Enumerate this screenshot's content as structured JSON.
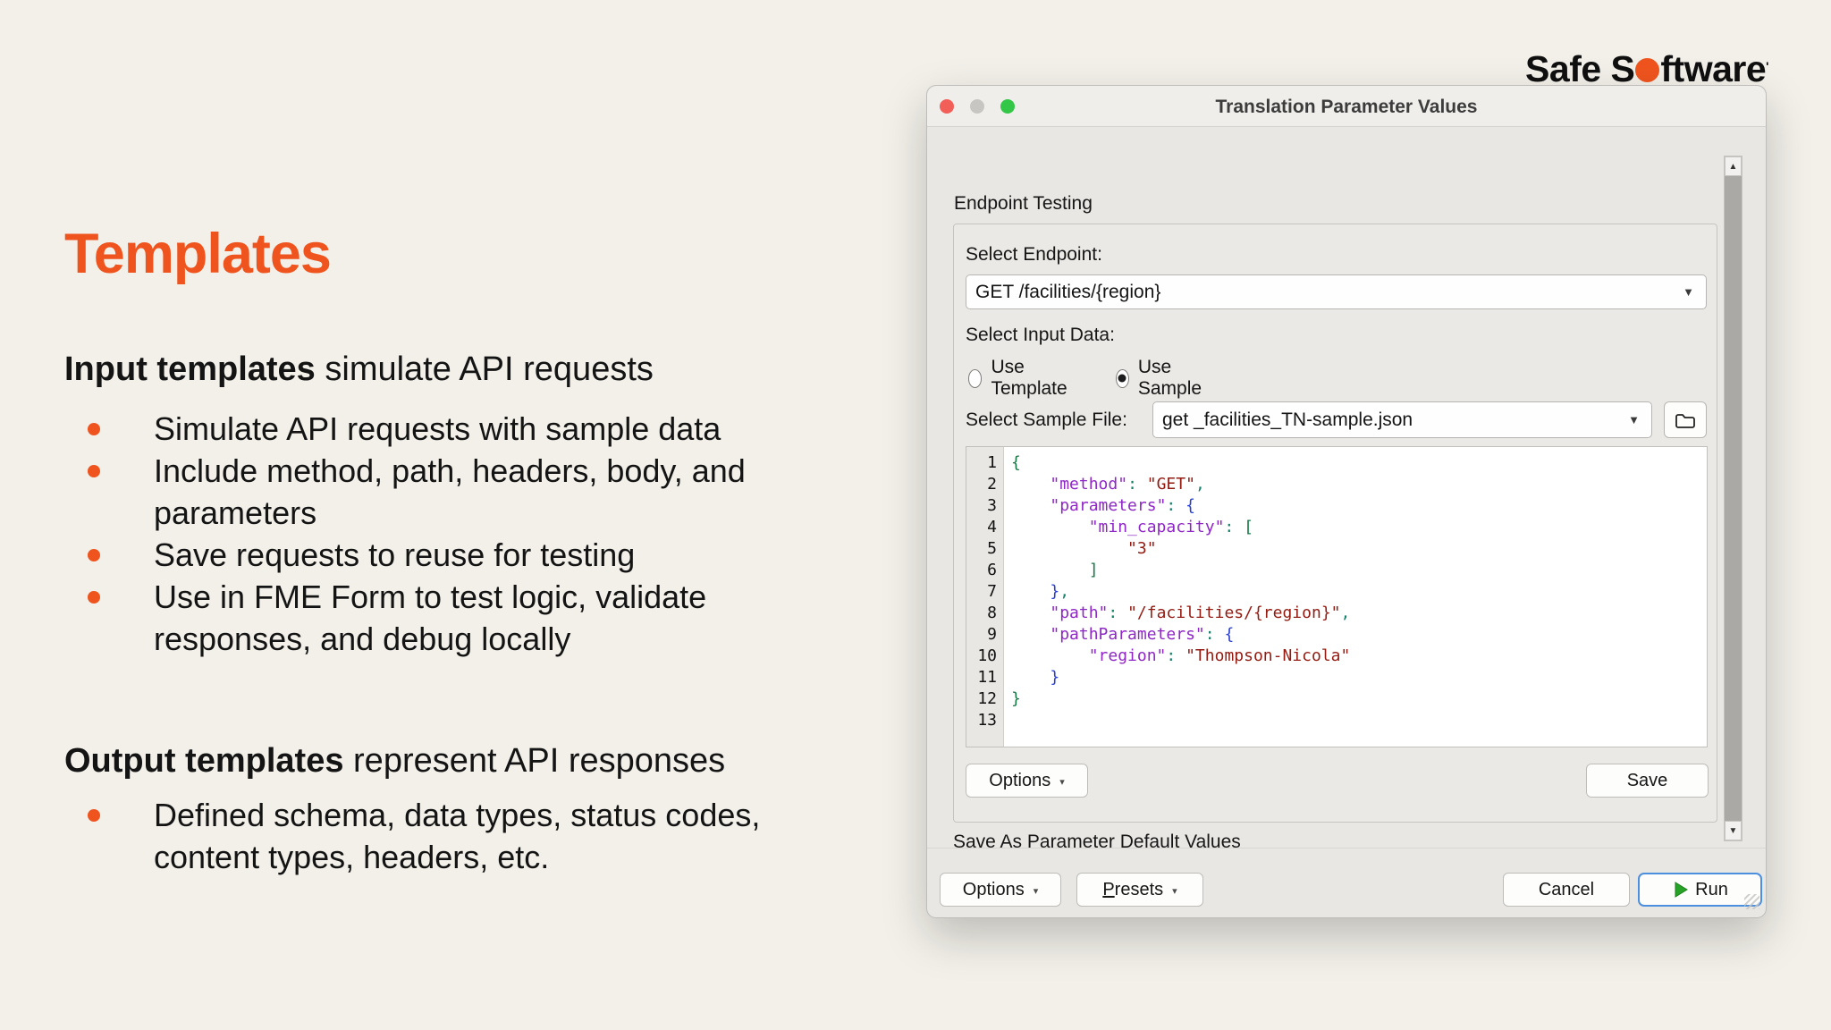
{
  "colors": {
    "slide_bg": "#F2F0E9",
    "accent": "#F0541E",
    "dialog_bg": "#E9E7E3",
    "titlebar_bg": "#F0EEEA",
    "traffic_red": "#F25F58",
    "traffic_gray": "#C8C6C3",
    "traffic_green": "#33C748",
    "run_focus_border": "#4C8FDE",
    "run_play_green": "#27A427"
  },
  "icons": {
    "dropdown_arrow": "▼",
    "menu_arrow": "▾",
    "scroll_up": "▲",
    "scroll_down": "▼"
  },
  "slide": {
    "logo_pre": "Safe S",
    "logo_post": "ftware",
    "logo_tm": "'",
    "title": "Templates",
    "input_section": {
      "bold": "Input templates",
      "rest": " simulate API requests",
      "bullets": [
        "Simulate API requests with sample data",
        "Include method, path, headers, body, and parameters",
        "Save requests to reuse for testing",
        "Use in FME Form to test logic, validate responses, and debug locally"
      ]
    },
    "output_section": {
      "bold": "Output templates",
      "rest": " represent API responses",
      "bullets": [
        "Defined schema, data types, status codes, content types, headers, etc."
      ]
    }
  },
  "window": {
    "title": "Translation Parameter Values",
    "section_label": "Endpoint Testing",
    "endpoint": {
      "label": "Select Endpoint:",
      "value": "GET /facilities/{region}"
    },
    "input_data": {
      "label": "Select Input Data:",
      "options": [
        "Use Template",
        "Use Sample"
      ],
      "selected": "Use Sample"
    },
    "sample_file": {
      "label": "Select Sample File:",
      "value": "get _facilities_TN-sample.json"
    },
    "save_as_label": "Save As Parameter Default Values",
    "buttons": {
      "options": "Options",
      "save": "Save",
      "presets": "Presets",
      "cancel": "Cancel",
      "run": "Run"
    },
    "code": {
      "colors": {
        "key": "#8F27C7",
        "string": "#931B12",
        "punct": "#17806A",
        "bracket_green": "#157A46",
        "bracket_blue": "#2A3FD4"
      },
      "lines": [
        {
          "num": 1,
          "segs": [
            {
              "t": "{",
              "c": "gb"
            }
          ]
        },
        {
          "num": 2,
          "segs": [
            {
              "t": "    "
            },
            {
              "t": "\"method\"",
              "c": "k"
            },
            {
              "t": ":",
              "c": "p"
            },
            {
              "t": " "
            },
            {
              "t": "\"GET\"",
              "c": "v"
            },
            {
              "t": ",",
              "c": "p"
            }
          ]
        },
        {
          "num": 3,
          "segs": [
            {
              "t": "    "
            },
            {
              "t": "\"parameters\"",
              "c": "k"
            },
            {
              "t": ":",
              "c": "p"
            },
            {
              "t": " "
            },
            {
              "t": "{",
              "c": "bb"
            }
          ]
        },
        {
          "num": 4,
          "segs": [
            {
              "t": "        "
            },
            {
              "t": "\"min_capacity\"",
              "c": "k"
            },
            {
              "t": ":",
              "c": "p"
            },
            {
              "t": " "
            },
            {
              "t": "[",
              "c": "gb"
            }
          ]
        },
        {
          "num": 5,
          "segs": [
            {
              "t": "            "
            },
            {
              "t": "\"3\"",
              "c": "v"
            }
          ]
        },
        {
          "num": 6,
          "segs": [
            {
              "t": "        "
            },
            {
              "t": "]",
              "c": "gb"
            }
          ]
        },
        {
          "num": 7,
          "segs": [
            {
              "t": "    "
            },
            {
              "t": "}",
              "c": "bb"
            },
            {
              "t": ",",
              "c": "p"
            }
          ]
        },
        {
          "num": 8,
          "segs": [
            {
              "t": "    "
            },
            {
              "t": "\"path\"",
              "c": "k"
            },
            {
              "t": ":",
              "c": "p"
            },
            {
              "t": " "
            },
            {
              "t": "\"/facilities/{region}\"",
              "c": "v"
            },
            {
              "t": ",",
              "c": "p"
            }
          ]
        },
        {
          "num": 9,
          "segs": [
            {
              "t": "    "
            },
            {
              "t": "\"pathParameters\"",
              "c": "k"
            },
            {
              "t": ":",
              "c": "p"
            },
            {
              "t": " "
            },
            {
              "t": "{",
              "c": "bb"
            }
          ]
        },
        {
          "num": 10,
          "segs": [
            {
              "t": "        "
            },
            {
              "t": "\"region\"",
              "c": "k"
            },
            {
              "t": ":",
              "c": "p"
            },
            {
              "t": " "
            },
            {
              "t": "\"Thompson-Nicola\"",
              "c": "v"
            }
          ]
        },
        {
          "num": 11,
          "segs": [
            {
              "t": "    "
            },
            {
              "t": "}",
              "c": "bb"
            }
          ]
        },
        {
          "num": 12,
          "segs": [
            {
              "t": "}",
              "c": "gb"
            }
          ]
        },
        {
          "num": 13,
          "segs": []
        }
      ]
    }
  }
}
